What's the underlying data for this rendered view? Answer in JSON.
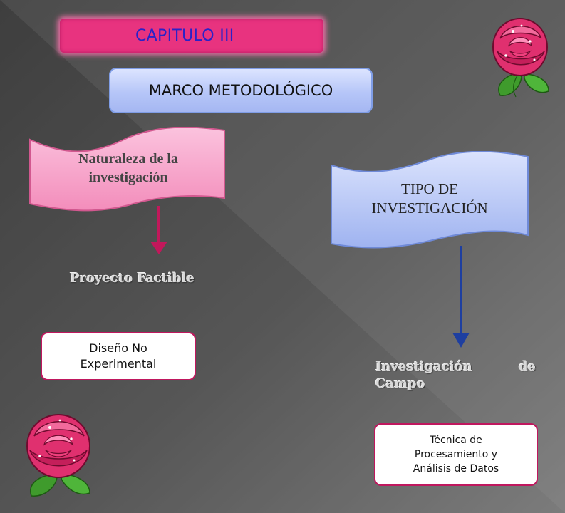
{
  "title": "CAPITULO III",
  "marco": "MARCO METODOLÓGICO",
  "naturaleza": {
    "line1": "Naturaleza de la",
    "line2": "investigación"
  },
  "tipo": {
    "line1": "TIPO DE",
    "line2": "INVESTIGACIÓN"
  },
  "proyecto": "Proyecto Factible",
  "diseno": {
    "line1": "Diseño No",
    "line2": "Experimental"
  },
  "investigacion": {
    "word1": "Investigación",
    "word2": "de",
    "word3": "Campo"
  },
  "tecnica": {
    "line1": "Técnica de",
    "line2": "Procesamiento y",
    "line3": "Análisis de Datos"
  },
  "colors": {
    "background_dark": "#3b3b3b",
    "background_light": "#8a8a8a",
    "title_bar": "#e8337f",
    "title_text": "#2a22c8",
    "marco_fill": "#b6c6f8",
    "pink_flag": "#f9a9cf",
    "blue_flag": "#aebff5",
    "pink_arrow": "#c2185b",
    "blue_arrow": "#1e3fa0",
    "box_border": "#c0175e"
  },
  "icons": [
    "rose-icon",
    "arrow-down-icon"
  ]
}
